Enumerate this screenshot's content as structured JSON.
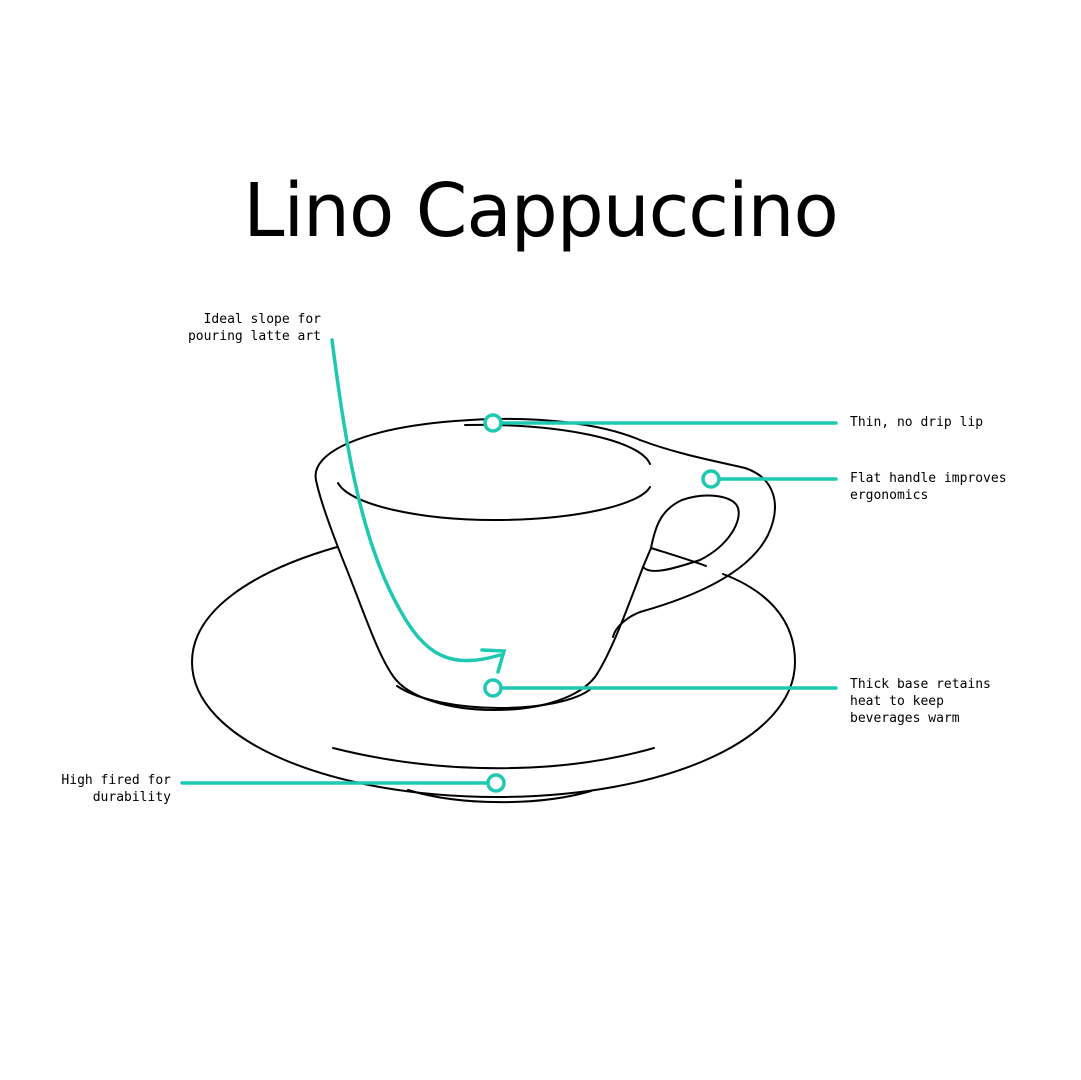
{
  "title": "Lino Cappuccino",
  "colors": {
    "accent": "#1fc8b0",
    "outline": "#000000",
    "background": "#ffffff"
  },
  "callouts": {
    "slope": {
      "lines": [
        "Ideal slope for",
        "pouring latte art"
      ]
    },
    "lip": {
      "lines": [
        "Thin, no drip lip"
      ]
    },
    "handle": {
      "lines": [
        "Flat handle improves",
        "ergonomics"
      ]
    },
    "base": {
      "lines": [
        "Thick base retains",
        "heat to keep",
        "beverages warm"
      ]
    },
    "fired": {
      "lines": [
        "High fired for",
        "durability"
      ]
    }
  }
}
